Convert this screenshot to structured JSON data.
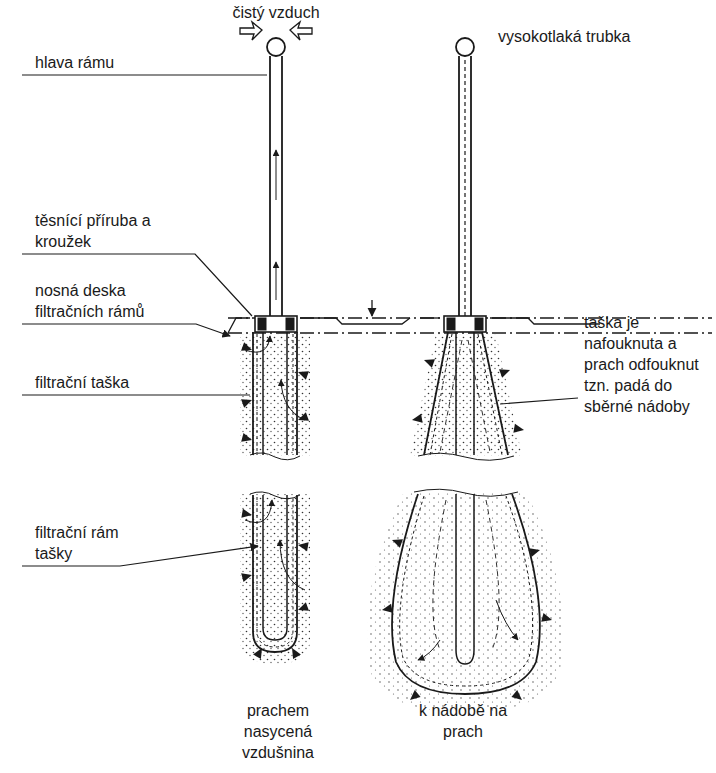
{
  "diagram": {
    "labels": [
      "čistý vzduch",
      "hlava rámu",
      "vysokotlaká trubka",
      "těsnící příruba a kroužek",
      "nosná deska filtračních rámů",
      "filtrační taška",
      "taška je nafouknuta a prach odfouknut tzn. padá do sběrné nádoby",
      "filtrační rám tašky",
      "prachem nasycená vzdušnina",
      "k nádobě na prach"
    ]
  }
}
